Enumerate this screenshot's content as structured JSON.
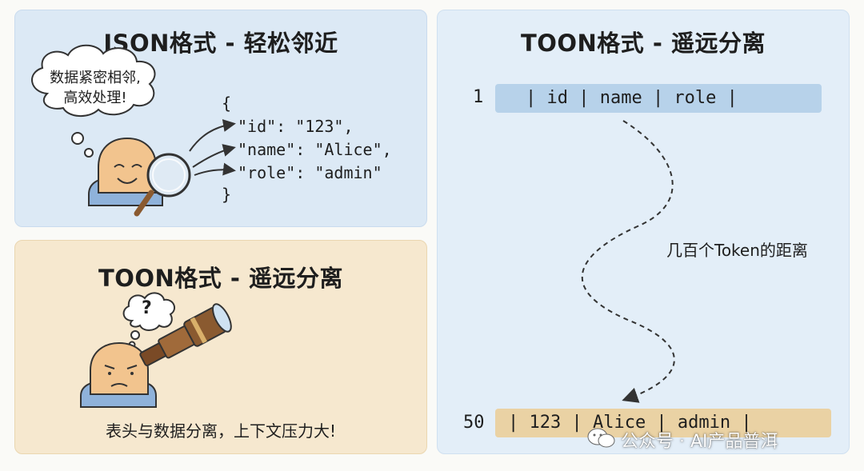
{
  "json_panel": {
    "title": "JSON格式 - 轻松邻近",
    "bubble_line1": "数据紧密相邻,",
    "bubble_line2": "高效处理!",
    "code_lines": [
      "{",
      "\"id\": \"123\",",
      "\"name\": \"Alice\",",
      "\"role\": \"admin\"",
      "}"
    ]
  },
  "toon_left_panel": {
    "title": "TOON格式 - 遥远分离",
    "thought": "?",
    "caption": "表头与数据分离，上下文压力大!"
  },
  "toon_right_panel": {
    "title": "TOON格式 - 遥远分离",
    "header_line_number": "1",
    "header_row": "| id | name | role |",
    "distance_label": "几百个Token的距离",
    "data_line_number": "50",
    "data_row": "| 123 | Alice | admin |"
  },
  "watermark": "公众号 · AI产品普洱",
  "colors": {
    "json_panel_bg": "#dce9f5",
    "toon_left_bg": "#f6e8cf",
    "toon_right_bg": "#e3eef8",
    "header_bar": "#b7d2ea",
    "data_bar": "#ead2a4",
    "skin": "#f2c48e",
    "shirt": "#8fb2da"
  }
}
